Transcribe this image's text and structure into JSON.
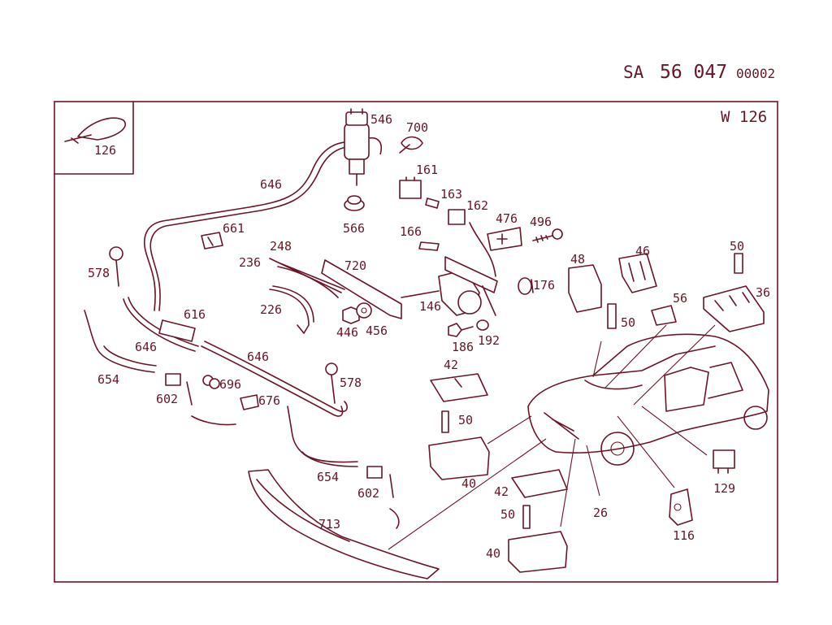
{
  "header": {
    "prefix": "SA",
    "number": "56 047",
    "sheet": "00002"
  },
  "model_label": "W 126",
  "inset_label": "126",
  "colors": {
    "ink": "#6b1426",
    "paper": "#ffffff"
  },
  "parts": [
    {
      "id": "p546",
      "label": "546"
    },
    {
      "id": "p700",
      "label": "700"
    },
    {
      "id": "p646a",
      "label": "646"
    },
    {
      "id": "p566",
      "label": "566"
    },
    {
      "id": "p161",
      "label": "161"
    },
    {
      "id": "p163",
      "label": "163"
    },
    {
      "id": "p162",
      "label": "162"
    },
    {
      "id": "p661",
      "label": "661"
    },
    {
      "id": "p166",
      "label": "166"
    },
    {
      "id": "p476",
      "label": "476"
    },
    {
      "id": "p496",
      "label": "496"
    },
    {
      "id": "p248",
      "label": "248"
    },
    {
      "id": "p236",
      "label": "236"
    },
    {
      "id": "p720",
      "label": "720"
    },
    {
      "id": "p578a",
      "label": "578"
    },
    {
      "id": "p48",
      "label": "48"
    },
    {
      "id": "p46",
      "label": "46"
    },
    {
      "id": "p50a",
      "label": "50"
    },
    {
      "id": "p176",
      "label": "176"
    },
    {
      "id": "p36",
      "label": "36"
    },
    {
      "id": "p56",
      "label": "56"
    },
    {
      "id": "p146",
      "label": "146"
    },
    {
      "id": "p226",
      "label": "226"
    },
    {
      "id": "p616",
      "label": "616"
    },
    {
      "id": "p446",
      "label": "446"
    },
    {
      "id": "p456",
      "label": "456"
    },
    {
      "id": "p50b",
      "label": "50"
    },
    {
      "id": "p186",
      "label": "186"
    },
    {
      "id": "p192",
      "label": "192"
    },
    {
      "id": "p646b",
      "label": "646"
    },
    {
      "id": "p646c",
      "label": "646"
    },
    {
      "id": "p42a",
      "label": "42"
    },
    {
      "id": "p654a",
      "label": "654"
    },
    {
      "id": "p696",
      "label": "696"
    },
    {
      "id": "p578b",
      "label": "578"
    },
    {
      "id": "p602a",
      "label": "602"
    },
    {
      "id": "p676",
      "label": "676"
    },
    {
      "id": "p50c",
      "label": "50"
    },
    {
      "id": "p654b",
      "label": "654"
    },
    {
      "id": "p40a",
      "label": "40"
    },
    {
      "id": "p602b",
      "label": "602"
    },
    {
      "id": "p42b",
      "label": "42"
    },
    {
      "id": "p26",
      "label": "26"
    },
    {
      "id": "p129",
      "label": "129"
    },
    {
      "id": "p50d",
      "label": "50"
    },
    {
      "id": "p713",
      "label": "713"
    },
    {
      "id": "p116",
      "label": "116"
    },
    {
      "id": "p40b",
      "label": "40"
    }
  ]
}
